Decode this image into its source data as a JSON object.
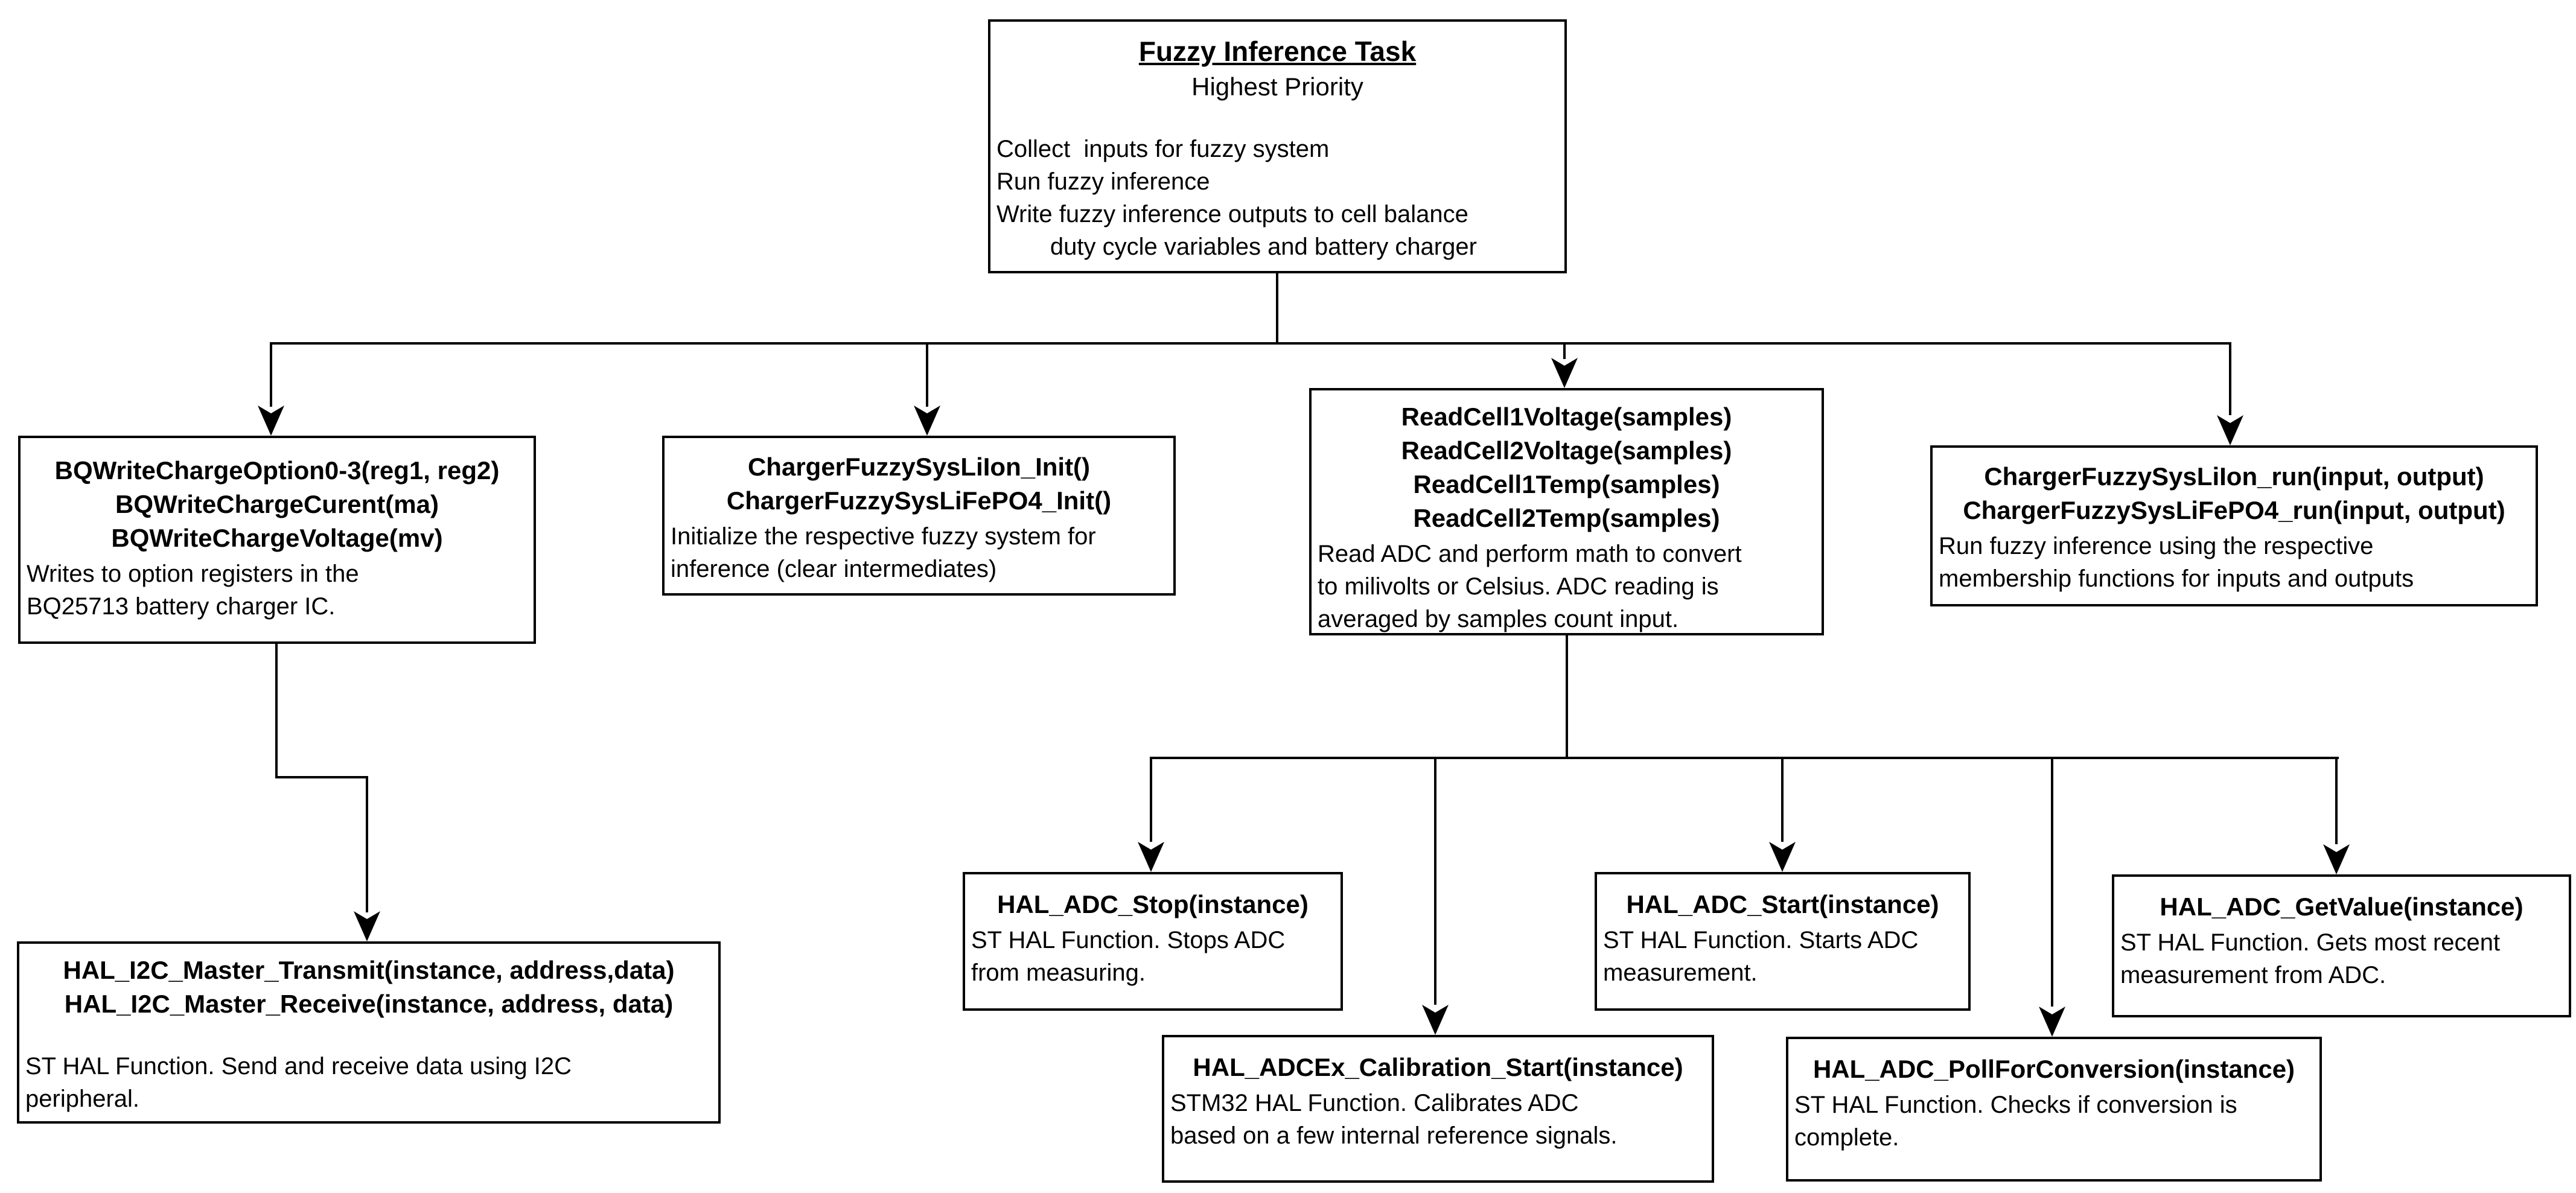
{
  "colors": {
    "line": "#000000",
    "background": "#ffffff",
    "text": "#000000"
  },
  "nodes": [
    {
      "id": "fuzzy-inference-task",
      "title": "Fuzzy Inference Task",
      "subtitle": "Highest Priority",
      "body_lines": [
        "Collect  inputs for fuzzy system",
        "Run fuzzy inference",
        "Write fuzzy inference outputs to cell balance",
        "        duty cycle variables and battery charger"
      ]
    },
    {
      "id": "bq-write-charge",
      "bold_lines": [
        "BQWriteChargeOption0-3(reg1, reg2)",
        "BQWriteChargeCurent(ma)",
        "BQWriteChargeVoltage(mv)"
      ],
      "body_lines": [
        "Writes to option registers in the",
        "BQ25713 battery charger IC."
      ]
    },
    {
      "id": "charger-fuzzy-sys-init",
      "bold_lines": [
        "ChargerFuzzySysLiIon_Init()",
        "ChargerFuzzySysLiFePO4_Init()"
      ],
      "body_lines": [
        "Initialize the respective fuzzy system for",
        "inference (clear intermediates)"
      ]
    },
    {
      "id": "read-cell-functions",
      "bold_lines": [
        "ReadCell1Voltage(samples)",
        "ReadCell2Voltage(samples)",
        "ReadCell1Temp(samples)",
        "ReadCell2Temp(samples)"
      ],
      "body_lines": [
        "Read ADC and perform math to convert",
        "to milivolts or Celsius. ADC reading is",
        "averaged by samples count input."
      ]
    },
    {
      "id": "charger-fuzzy-sys-run",
      "bold_lines": [
        "ChargerFuzzySysLiIon_run(input, output)",
        "ChargerFuzzySysLiFePO4_run(input, output)"
      ],
      "body_lines": [
        "Run fuzzy inference using the respective",
        "membership functions for inputs and outputs"
      ]
    },
    {
      "id": "hal-i2c-master",
      "bold_lines": [
        "HAL_I2C_Master_Transmit(instance, address,data)",
        "HAL_I2C_Master_Receive(instance, address, data)"
      ],
      "body_lines": [
        "ST HAL Function. Send and receive data using I2C",
        "peripheral."
      ]
    },
    {
      "id": "hal-adc-stop",
      "bold_lines": [
        "HAL_ADC_Stop(instance)"
      ],
      "body_lines": [
        "ST HAL Function. Stops ADC",
        "from measuring."
      ]
    },
    {
      "id": "hal-adc-start",
      "bold_lines": [
        "HAL_ADC_Start(instance)"
      ],
      "body_lines": [
        "ST HAL Function. Starts ADC",
        "measurement."
      ]
    },
    {
      "id": "hal-adc-getvalue",
      "bold_lines": [
        "HAL_ADC_GetValue(instance)"
      ],
      "body_lines": [
        "ST HAL Function. Gets most recent",
        "measurement from ADC."
      ]
    },
    {
      "id": "hal-adcex-calibration-start",
      "bold_lines": [
        "HAL_ADCEx_Calibration_Start(instance)"
      ],
      "body_lines": [
        "STM32 HAL Function. Calibrates ADC",
        "based on a few internal reference signals."
      ]
    },
    {
      "id": "hal-adc-pollforconversion",
      "bold_lines": [
        "HAL_ADC_PollForConversion(instance)"
      ],
      "body_lines": [
        "ST HAL Function. Checks if conversion is",
        "complete."
      ]
    }
  ]
}
